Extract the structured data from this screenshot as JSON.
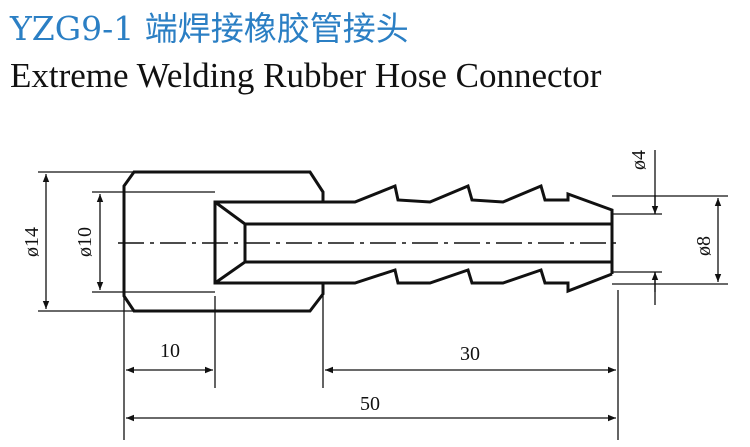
{
  "title": {
    "chinese": "YZG9-1 端焊接橡胶管接头",
    "english": "Extreme Welding Rubber Hose Connector"
  },
  "dimensions": {
    "outer_diameter": "ø14",
    "inner_bore_diameter": "ø10",
    "hole_diameter": "ø4",
    "barb_diameter": "ø8",
    "hex_length": "10",
    "barb_length": "30",
    "total_length": "50"
  },
  "colors": {
    "title_cn": "#2b7fc4",
    "title_en": "#111111",
    "line": "#111111"
  }
}
